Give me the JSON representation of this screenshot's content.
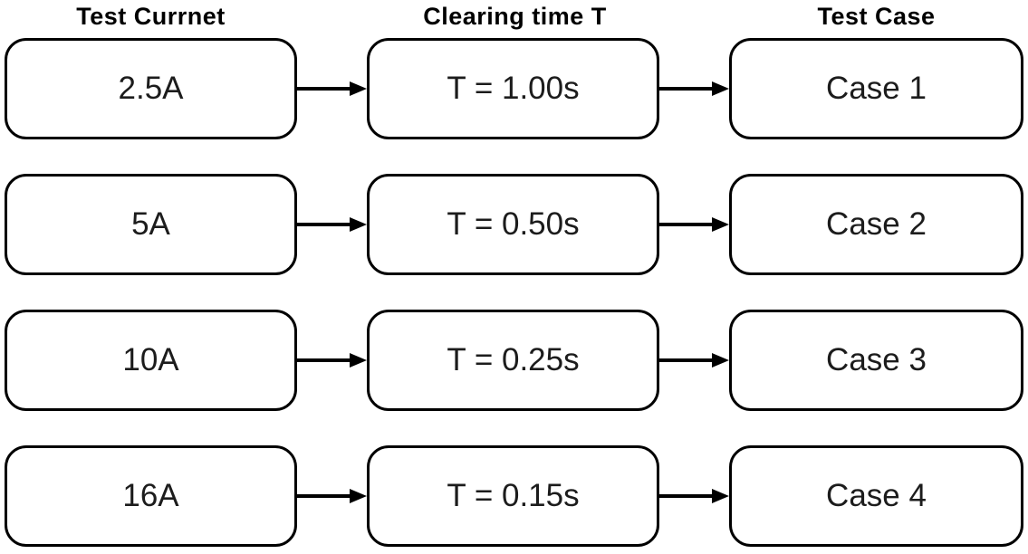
{
  "diagram": {
    "title": "test-case-flow-diagram",
    "columns": [
      {
        "header": "Test Currnet"
      },
      {
        "header": "Clearing time T"
      },
      {
        "header": "Test Case"
      }
    ],
    "rows": [
      {
        "current": "2.5A",
        "clearing_time": "T = 1.00s",
        "case": "Case 1"
      },
      {
        "current": "5A",
        "clearing_time": "T = 0.50s",
        "case": "Case 2"
      },
      {
        "current": "10A",
        "clearing_time": "T = 0.25s",
        "case": "Case 3"
      },
      {
        "current": "16A",
        "clearing_time": "T = 0.15s",
        "case": "Case 4"
      }
    ],
    "colors": {
      "box_border": "#000000",
      "header_text": "#000000",
      "box_text": "#1c1c1c",
      "background": "#ffffff",
      "arrow": "#000000"
    }
  }
}
